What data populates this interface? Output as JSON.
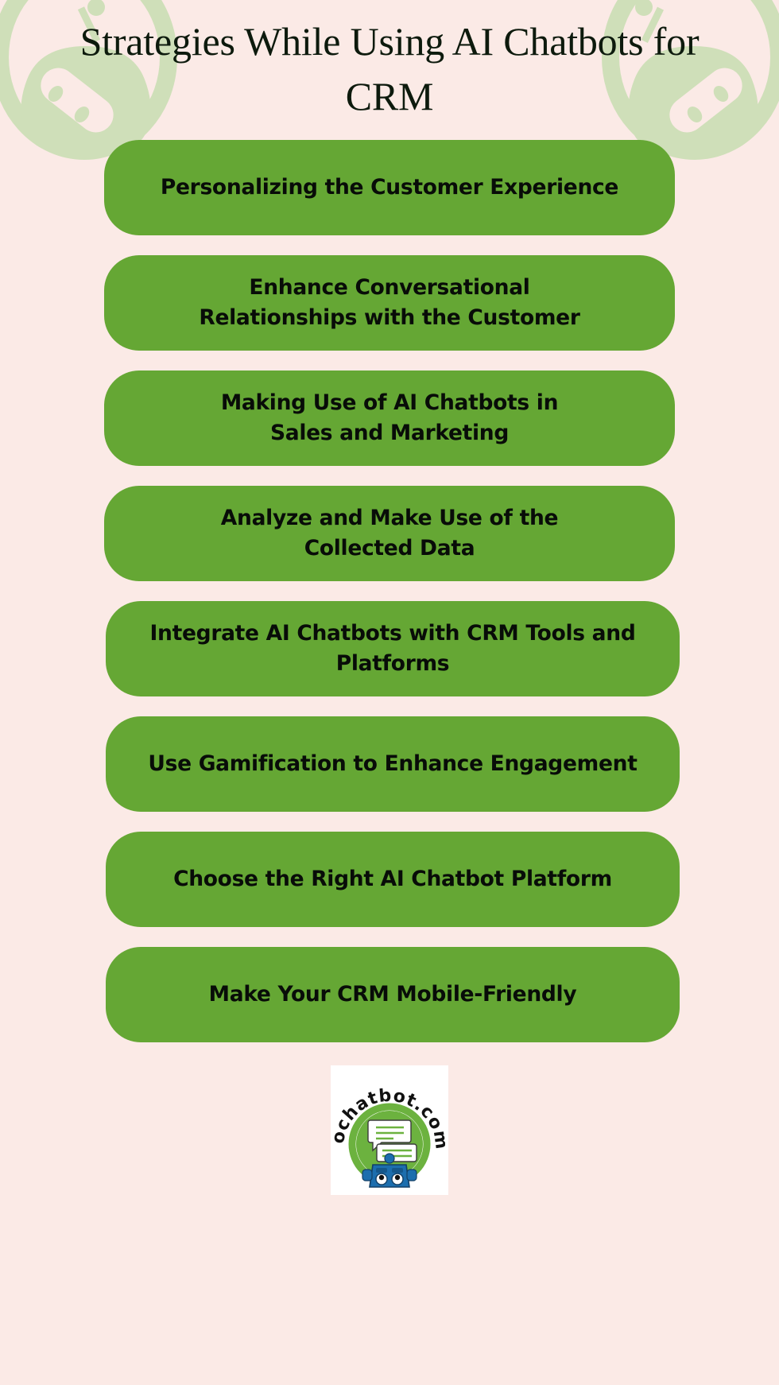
{
  "background_color": "#fbeae6",
  "accent_color": "#65a734",
  "watermark_color": "#cfdfb9",
  "header": {
    "title": "Strategies While Using AI Chatbots for CRM",
    "title_line1": "Strategies While Using AI Chatbots",
    "title_line2": "for CRM"
  },
  "strategies": [
    {
      "label": "Personalizing the Customer Experience"
    },
    {
      "label": "Enhance Conversational\nRelationships with the Customer"
    },
    {
      "label": "Making Use of AI Chatbots in\nSales and Marketing"
    },
    {
      "label": "Analyze and Make Use of the\nCollected Data"
    },
    {
      "label": "Integrate AI Chatbots with CRM Tools and\nPlatforms"
    },
    {
      "label": "Use Gamification to Enhance Engagement"
    },
    {
      "label": "Choose the Right AI Chatbot Platform"
    },
    {
      "label": "Make Your CRM Mobile-Friendly"
    }
  ],
  "footer": {
    "logo_text": "ochatbot.com",
    "logo_ring_color": "#6cb23f",
    "logo_robot_color": "#1c6eae"
  }
}
